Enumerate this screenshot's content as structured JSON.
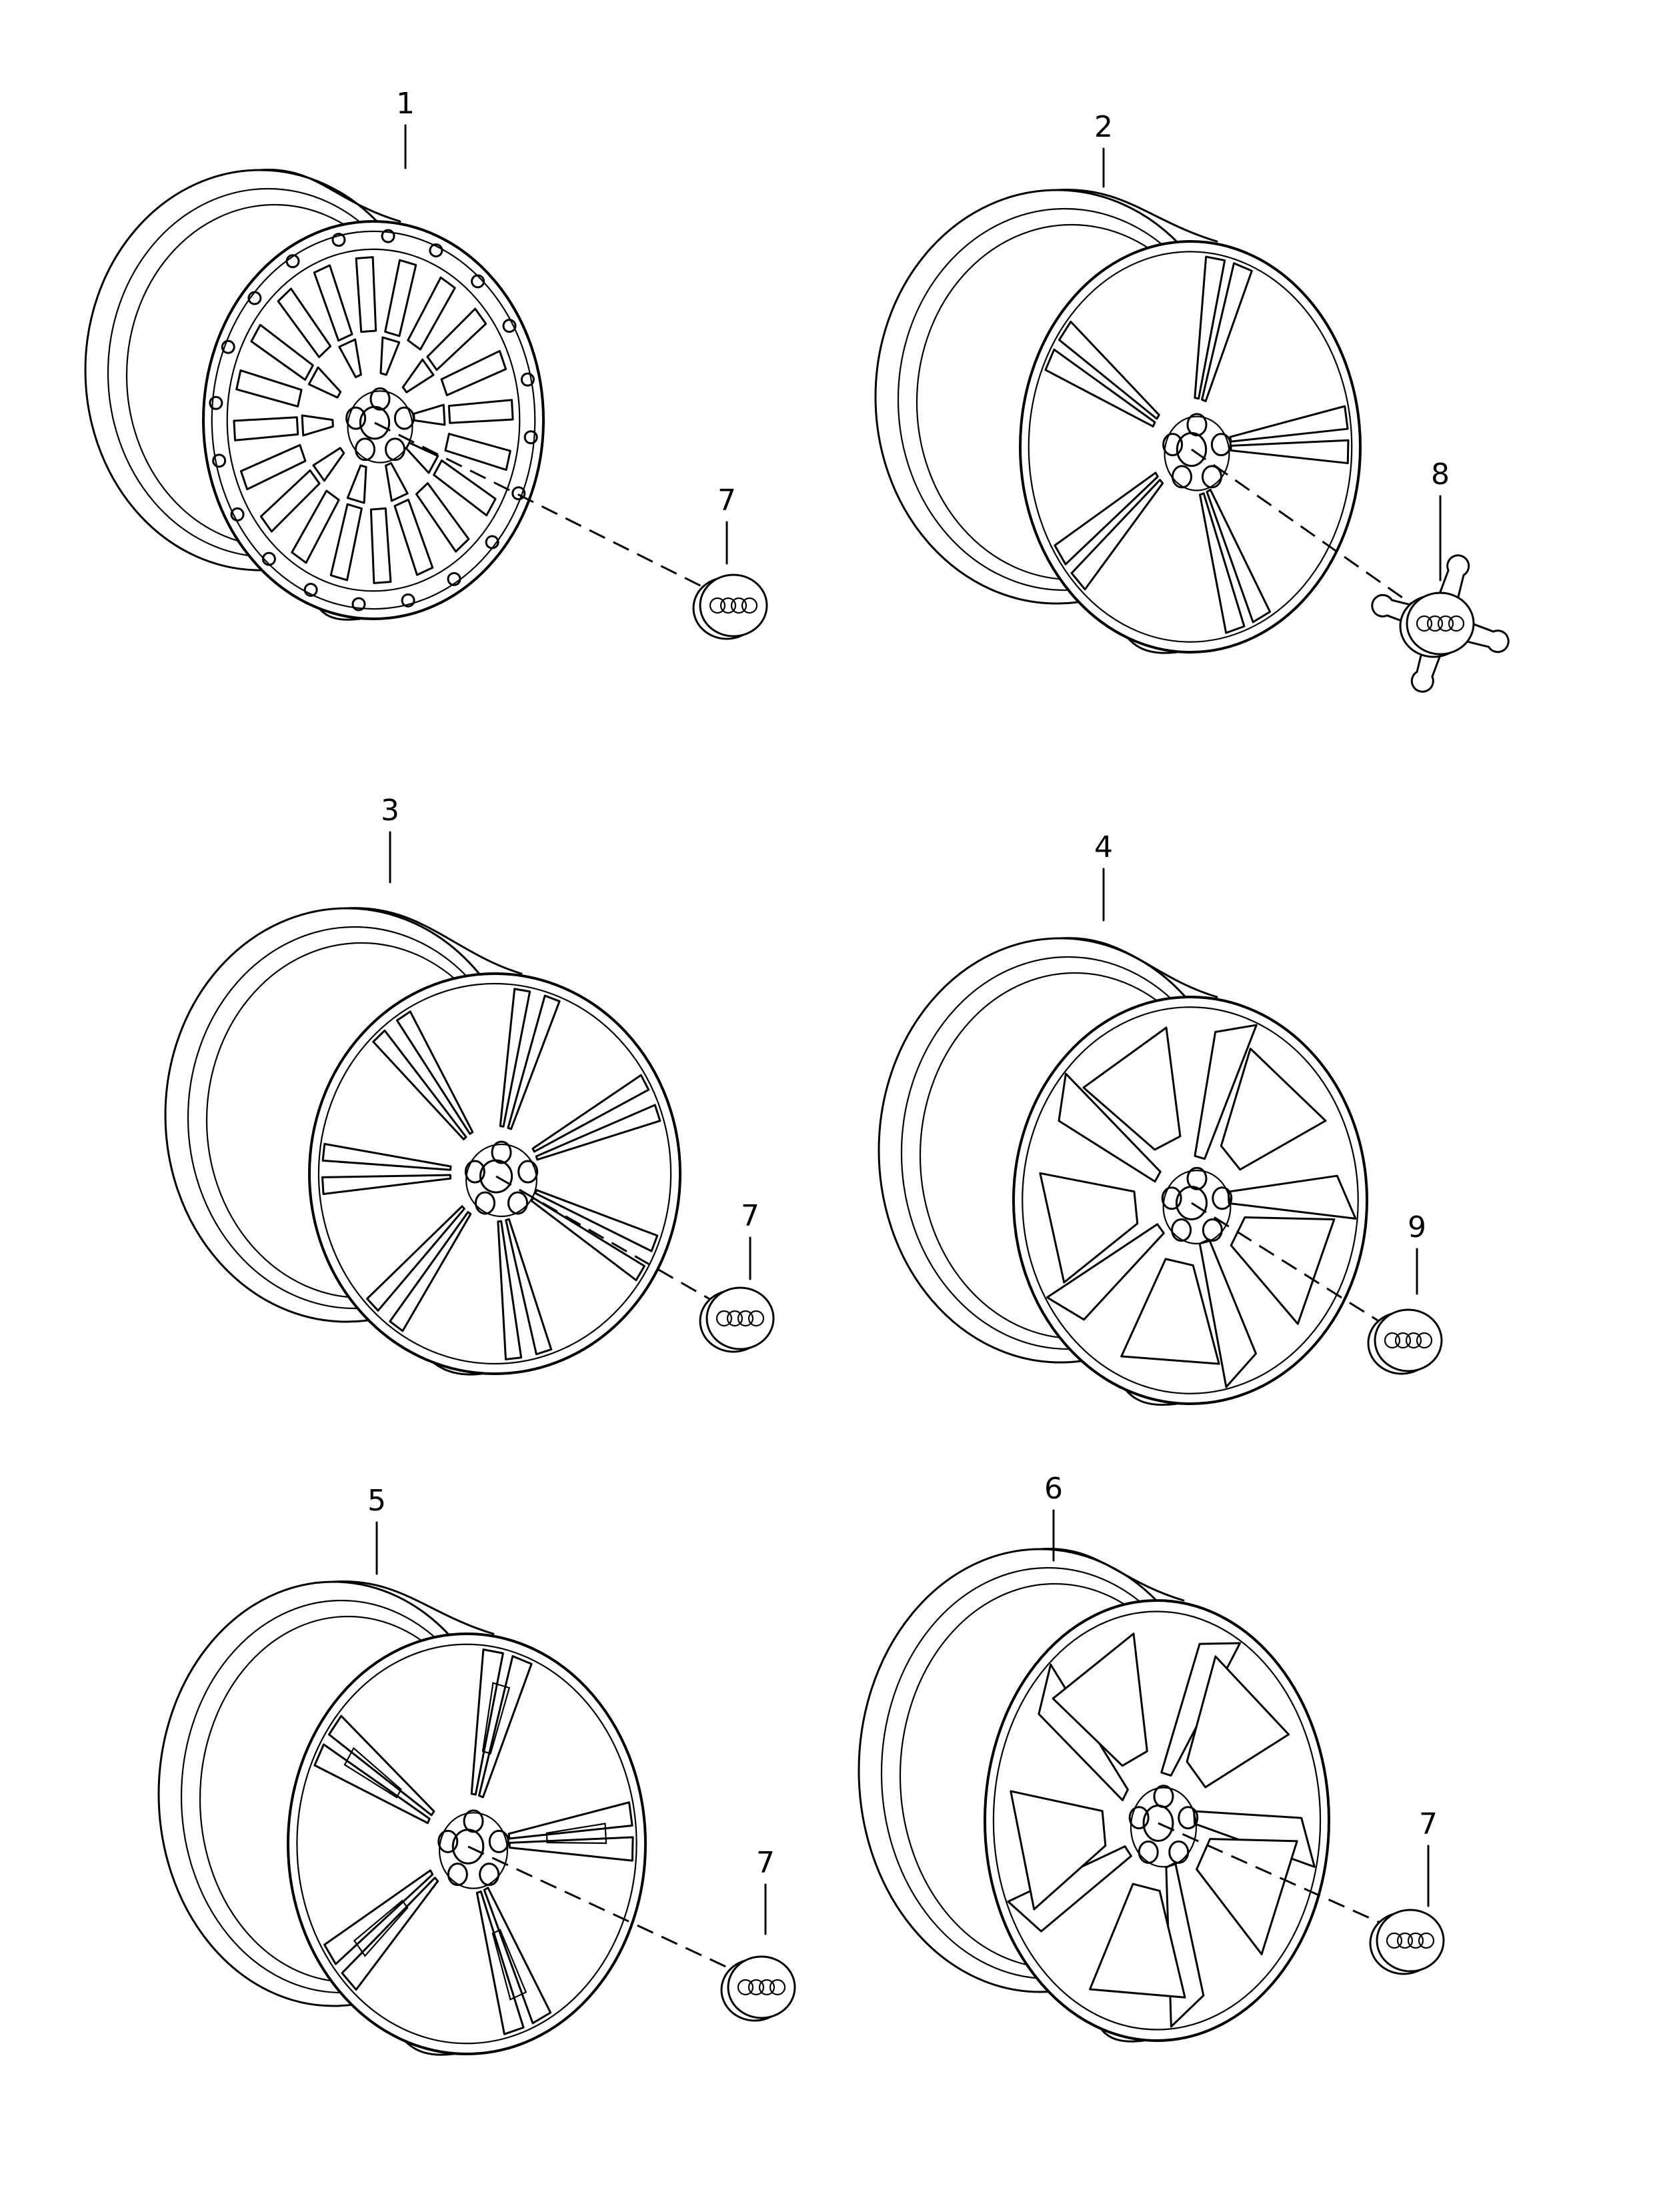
{
  "wheels": [
    {
      "number": "1",
      "style": "multi-spoke-cross",
      "spokes": 20
    },
    {
      "number": "2",
      "style": "5-double-spoke",
      "spokes": 5
    },
    {
      "number": "3",
      "style": "7-twin-spoke",
      "spokes": 7
    },
    {
      "number": "4",
      "style": "5-spoke-wide",
      "spokes": 5
    },
    {
      "number": "5",
      "style": "5-twin-spoke-segment",
      "spokes": 5
    },
    {
      "number": "6",
      "style": "5-spoke-rotor",
      "spokes": 5
    }
  ],
  "caps": [
    {
      "number": "7",
      "wheel": "1",
      "icon": "four-rings-hub-cap"
    },
    {
      "number": "8",
      "wheel": "2",
      "icon": "four-rings-star-hub-cap"
    },
    {
      "number": "7",
      "wheel": "3",
      "icon": "four-rings-hub-cap"
    },
    {
      "number": "9",
      "wheel": "4",
      "icon": "four-rings-hub-cap"
    },
    {
      "number": "7",
      "wheel": "5",
      "icon": "four-rings-hub-cap"
    },
    {
      "number": "7",
      "wheel": "6",
      "icon": "four-rings-hub-cap"
    }
  ]
}
